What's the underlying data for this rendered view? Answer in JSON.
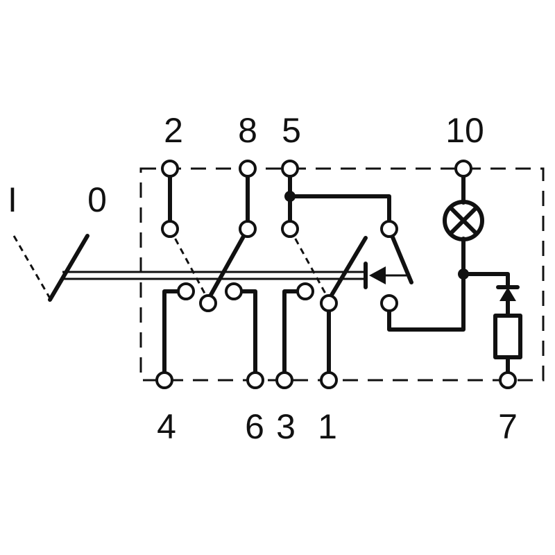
{
  "diagram": {
    "terminals_top": [
      "2",
      "8",
      "5",
      "10"
    ],
    "terminals_bottom": [
      "4",
      "6",
      "3",
      "1",
      "7"
    ],
    "positions": {
      "on": "I",
      "off": "0"
    }
  },
  "colors": {
    "line": "#111111",
    "background": "#ffffff"
  }
}
